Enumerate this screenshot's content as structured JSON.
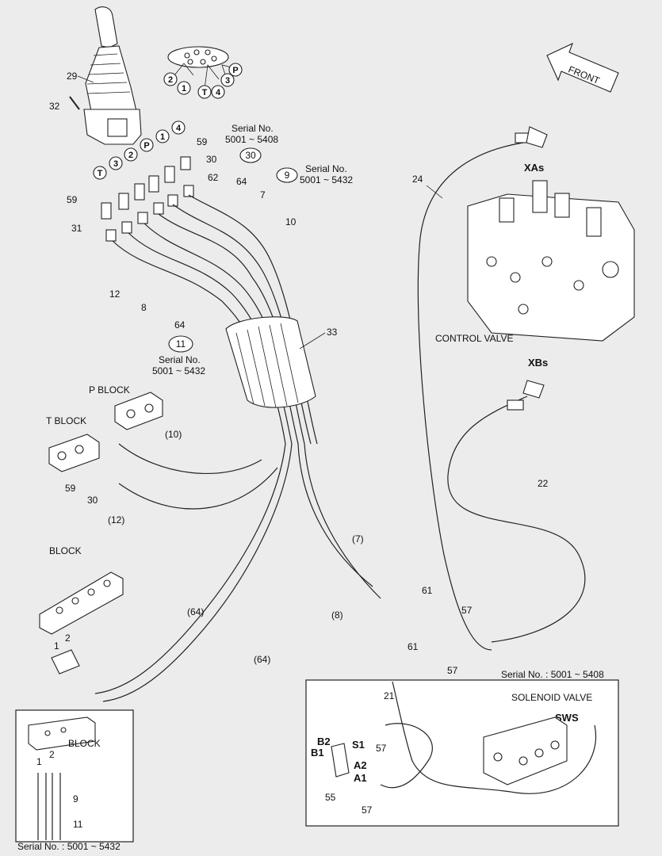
{
  "front_label": "FRONT",
  "joystick": {
    "part_number": "29",
    "bolt_number": "32",
    "port_map": [
      "2",
      "1",
      "T",
      "4",
      "3",
      "P"
    ]
  },
  "ports": [
    {
      "id": "T"
    },
    {
      "id": "3"
    },
    {
      "id": "2"
    },
    {
      "id": "P"
    },
    {
      "id": "1"
    },
    {
      "id": "4"
    }
  ],
  "callouts": {
    "n59_top": "59",
    "n30_top": "30",
    "n62": "62",
    "n64_top": "64",
    "n7": "7",
    "n10": "10",
    "n59_left": "59",
    "n31": "31",
    "n12": "12",
    "n8": "8",
    "n64_mid": "64",
    "n33": "33",
    "n24": "24",
    "n22": "22",
    "n10p": "(10)",
    "n59_t": "59",
    "n30_t": "30",
    "n12p": "(12)",
    "n64p_a": "(64)",
    "n64p_b": "(64)",
    "n7p": "(7)",
    "n8p": "(8)",
    "n61_a": "61",
    "n61_b": "61",
    "n57_a": "57",
    "n57_b": "57",
    "n21": "21",
    "n57_c": "57",
    "n57_d": "57",
    "n55": "55",
    "n9": "9",
    "n11": "11",
    "n1a": "1",
    "n2a": "2",
    "n1b": "1",
    "n2b": "2"
  },
  "serial_notes": {
    "top_center": {
      "circled": "30",
      "label": "Serial No.",
      "range": "5001 ~ 5408"
    },
    "top_right": {
      "circled": "9",
      "label": "Serial No.",
      "range": "5001 ~ 5432"
    },
    "mid_left": {
      "circled": "11",
      "label": "Serial No.",
      "range": "5001 ~ 5432"
    },
    "solenoid_box": "Serial No.  : 5001 ~ 5408",
    "block_box": "Serial No.  : 5001 ~ 5432"
  },
  "labels": {
    "p_block": "P BLOCK",
    "t_block": "T BLOCK",
    "block": "BLOCK",
    "block_detail": "BLOCK",
    "control_valve": "CONTROL VALVE",
    "xas": "XAs",
    "xbs": "XBs",
    "solenoid_valve": "SOLENOID VALVE",
    "sws": "SWS",
    "b2": "B2",
    "b1": "B1",
    "s1": "S1",
    "a2": "A2",
    "a1": "A1"
  }
}
